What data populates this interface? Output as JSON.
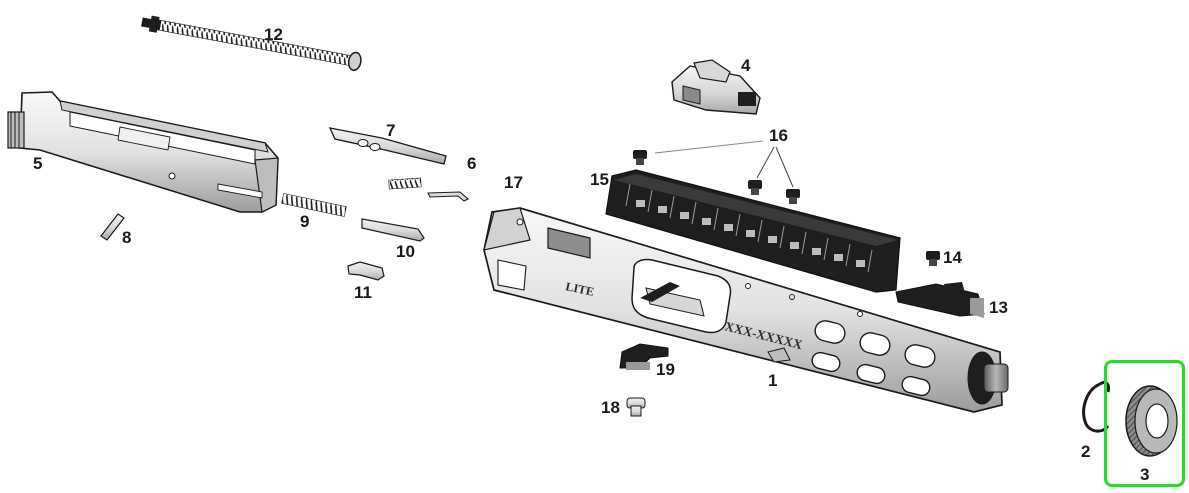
{
  "diagram": {
    "callouts": [
      "1",
      "2",
      "3",
      "4",
      "5",
      "6",
      "7",
      "8",
      "9",
      "10",
      "11",
      "12",
      "13",
      "14",
      "15",
      "16",
      "17",
      "18",
      "19"
    ],
    "engravings": {
      "model_mark": "LITE",
      "serial_mark": "XXX-XXXXX"
    },
    "selected_part": "3",
    "colors": {
      "line": "#1a1a1a",
      "metal_light": "#e6e6e6",
      "metal_mid": "#c8c8c8",
      "metal_dark": "#8a8a8a",
      "black_part": "#1e1e1e",
      "selection": "#22dd22"
    }
  }
}
